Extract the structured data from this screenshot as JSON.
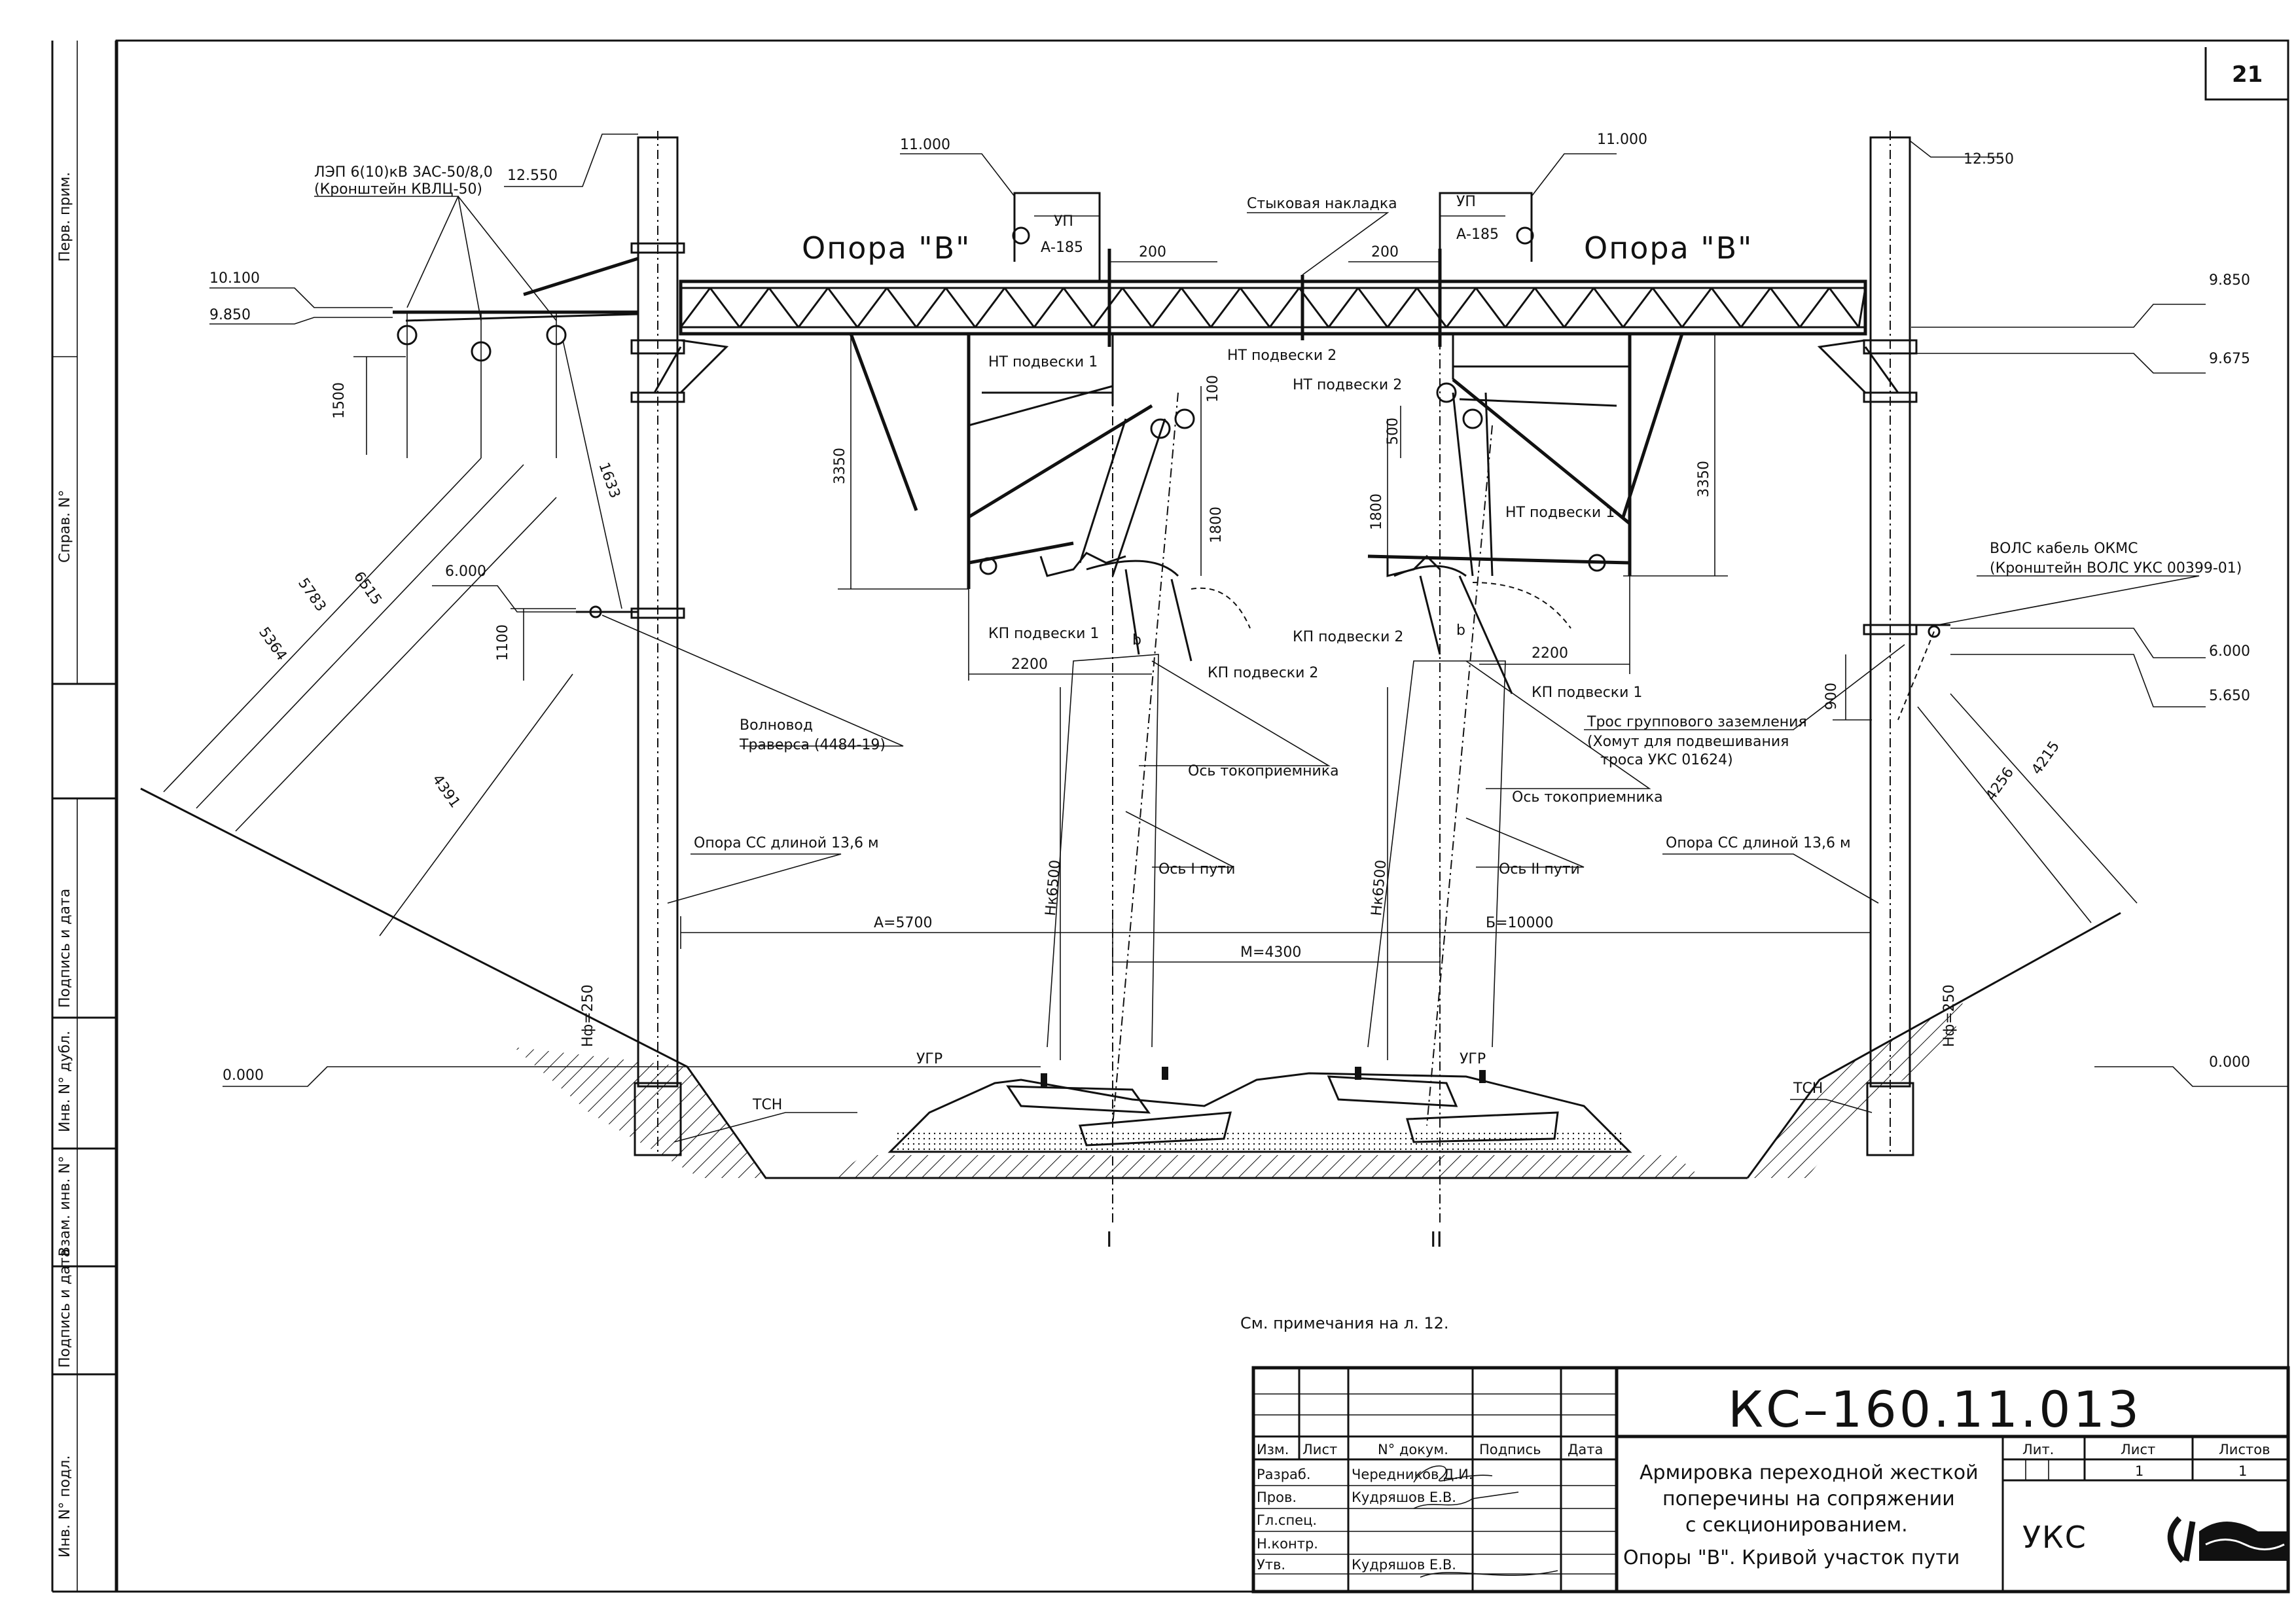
{
  "sheet_number": "21",
  "elevations": {
    "left_top": "12.550",
    "left_101": "10.100",
    "left_985": "9.850",
    "left_6": "6.000",
    "left_0": "0.000",
    "up_left": "11.000",
    "up_right": "11.000",
    "right_top": "12.550",
    "right_985": "9.850",
    "right_9675": "9.675",
    "right_6": "6.000",
    "right_565": "5.650",
    "right_0": "0.000"
  },
  "labels": {
    "opora_left": "Опора \"В\"",
    "opora_right": "Опора \"В\"",
    "lep": "ЛЭП 6(10)кВ 3АС-50/8,0",
    "lep_bracket": "(Кронштейн КВЛЦ-50)",
    "stykovaya": "Стыковая накладка",
    "up_left": "УП",
    "a185_left": "А-185",
    "up_right": "УП",
    "a185_right": "А-185",
    "nt1_left": "НТ подвески 1",
    "nt2_left": "НТ подвески 2",
    "nt2_right": "НТ подвески 2",
    "nt1_right": "НТ подвески 1",
    "kp1_left": "КП подвески 1",
    "kp2_left": "КП подвески 2",
    "kp2_right": "КП подвески 2",
    "kp1_right": "КП подвески 1",
    "b_left": "b",
    "b_right": "b",
    "volnovod": "Волновод",
    "traversa": "Траверса (4484-19)",
    "os_tok_left": "Ось токоприемника",
    "os_tok_right": "Ось токоприемника",
    "os_put1": "Ось I пути",
    "os_put2": "Ось II пути",
    "opora_cc_left": "Опора СС длиной 13,6 м",
    "opora_cc_right": "Опора СС длиной 13,6 м",
    "vols": "ВОЛС кабель ОКМС",
    "vols_bracket": "(Кронштейн ВОЛС УКС 00399-01)",
    "tros": "Трос группового заземления",
    "tros_2": "(Хомут для подвешивания",
    "tros_3": "троса УКС 01624)",
    "ugr_left": "УГР",
    "ugr_right": "УГР",
    "tsn_left": "ТСН",
    "tsn_right": "ТСН",
    "track1": "I",
    "track2": "II",
    "note": "См. примечания на л. 12."
  },
  "dimensions": {
    "d200_left": "200",
    "d200_right": "200",
    "d1500": "1500",
    "d1633": "1633",
    "d3350_left": "3350",
    "d3350_right": "3350",
    "d100": "100",
    "d500": "500",
    "d1800_left": "1800",
    "d1800_right": "1800",
    "d2200_left": "2200",
    "d2200_right": "2200",
    "d1100": "1100",
    "d900": "900",
    "d5364": "5364",
    "d5783": "5783",
    "d6515": "6515",
    "d4391": "4391",
    "d4256": "4256",
    "d4215": "4215",
    "h6500_left": "Hк6500",
    "h6500_right": "Hк6500",
    "a5700": "А=5700",
    "m4300": "М=4300",
    "b10000": "Б=10000",
    "hf250_left": "Hф=250",
    "hf250_right": "Hф=250"
  },
  "title_block": {
    "code": "КС–160.11.013",
    "col_izm": "Изм.",
    "col_list": "Лист",
    "col_doc": "N° докум.",
    "col_sign": "Подпись",
    "col_date": "Дата",
    "razrab": "Разраб.",
    "razrab_name": "Чередников Д.И.",
    "prov": "Пров.",
    "prov_name": "Кудряшов Е.В.",
    "gl_spec": "Гл.спец.",
    "n_kontr": "Н.контр.",
    "utv": "Утв.",
    "utv_name": "Кудряшов Е.В.",
    "title_1": "Армировка переходной жесткой",
    "title_2": "поперечины на сопряжении",
    "title_3": "с секционированием.",
    "title_4": "Опоры \"В\". Кривой участок пути",
    "lit": "Лит.",
    "list": "Лист",
    "listov": "Листов",
    "list_val": "1",
    "listov_val": "1",
    "org": "УКС"
  },
  "side_stamp": {
    "perv_prim": "Перв. прим.",
    "sprav": "Справ. N°",
    "podpis_data_1": "Подпись и дата",
    "inv_dubl": "Инв. N° дубл.",
    "vzam_inv": "Взам. инв. N°",
    "podpis_data_2": "Подпись и дата",
    "inv_podl": "Инв. N° подл."
  }
}
